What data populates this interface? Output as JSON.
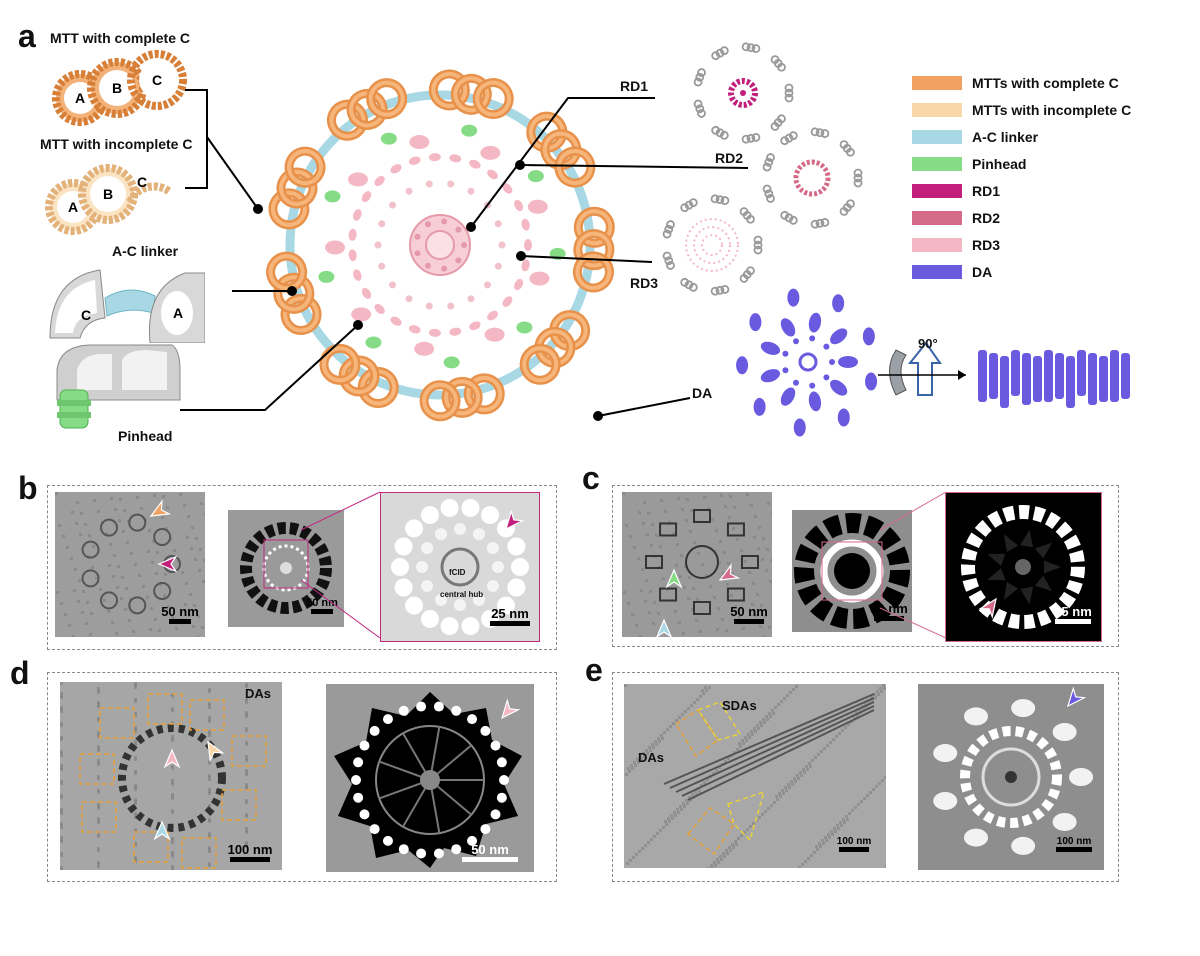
{
  "panels": {
    "a": "a",
    "b": "b",
    "c": "c",
    "d": "d",
    "e": "e"
  },
  "panel_a": {
    "mtt_complete": "MTT with complete C",
    "mtt_incomplete": "MTT with incomplete C",
    "ac_linker": "A-C linker",
    "pinhead": "Pinhead",
    "tubule_a": "A",
    "tubule_b": "B",
    "tubule_c": "C",
    "rd1": "RD1",
    "rd2": "RD2",
    "rd3": "RD3",
    "da": "DA",
    "rotation": "90°"
  },
  "legend": [
    {
      "label": "MTTs with complete C",
      "color": "#f0a060"
    },
    {
      "label": "MTTs with incomplete C",
      "color": "#f8d6a8"
    },
    {
      "label": "A-C linker",
      "color": "#a8d8e4"
    },
    {
      "label": "Pinhead",
      "color": "#86dc86"
    },
    {
      "label": "RD1",
      "color": "#c21f7d"
    },
    {
      "label": "RD2",
      "color": "#d46a88"
    },
    {
      "label": "RD3",
      "color": "#f4b8c4"
    },
    {
      "label": "DA",
      "color": "#6a5ae0"
    }
  ],
  "panel_b": {
    "scale1": "50 nm",
    "scale2": "50 nm",
    "scale3": "25 nm",
    "hub1": "fCID",
    "hub2": "central hub"
  },
  "panel_c": {
    "scale1": "50 nm",
    "scale2": "50 nm",
    "scale3": "25 nm"
  },
  "panel_d": {
    "das": "DAs",
    "scale1": "100 nm",
    "scale2": "50 nm"
  },
  "panel_e": {
    "sdas": "SDAs",
    "das": "DAs",
    "scale1": "100 nm",
    "scale2": "100 nm"
  },
  "colors": {
    "orange": "#f0a060",
    "cream": "#f8d6a8",
    "cyan": "#a8d8e4",
    "green": "#86dc86",
    "magenta": "#c21f7d",
    "rose": "#d46a88",
    "pink": "#f4b8c4",
    "purple": "#6a5ae0"
  }
}
